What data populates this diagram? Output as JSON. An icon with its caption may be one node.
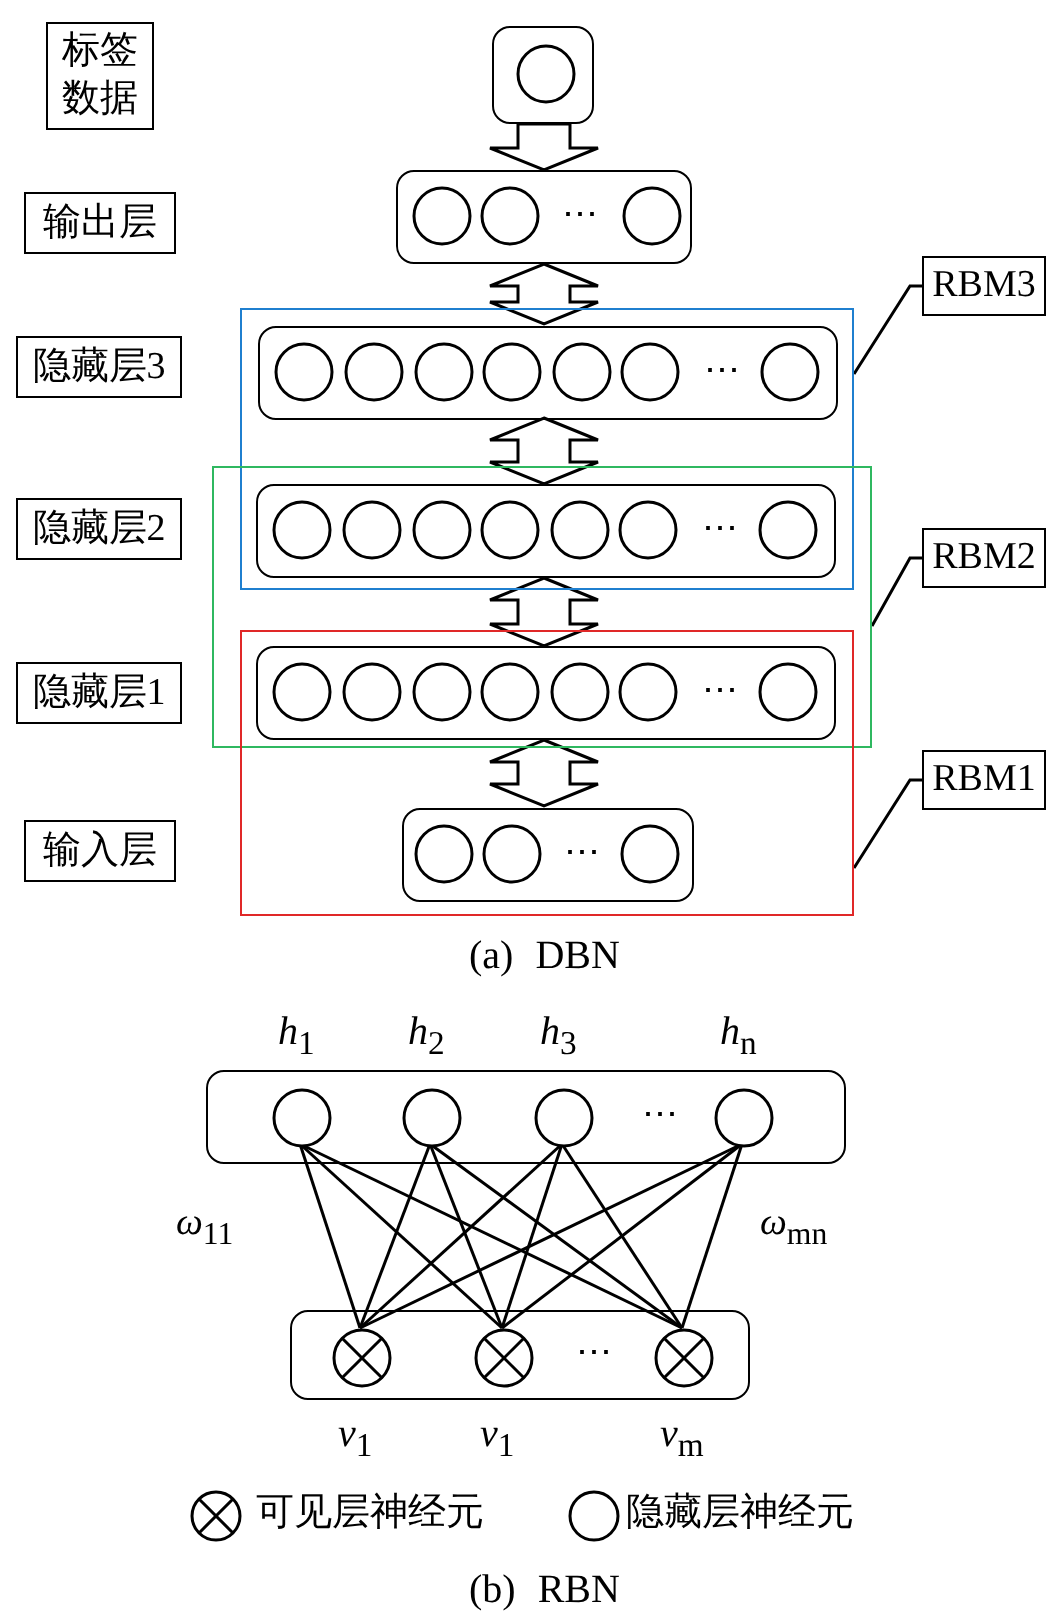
{
  "diagram": {
    "nodes": [
      {
        "text": [
          "标签数据"
        ]
      },
      {
        "text": [],
        "shape": "box"
      },
      {
        "text": [
          "输出层"
        ]
      },
      {
        "text": [
          "⋯"
        ]
      },
      {
        "text": [
          "RBM3"
        ]
      },
      {
        "text": [],
        "shape": "box"
      },
      {
        "text": [
          "隐藏层3"
        ]
      },
      {
        "text": [
          "⋯"
        ],
        "in": 5
      },
      {
        "text": [],
        "shape": "box"
      },
      {
        "text": [
          "RBM2"
        ]
      },
      {
        "text": [
          "隐藏层2"
        ]
      },
      {
        "text": [
          "⋯"
        ]
      },
      {
        "text": [],
        "shape": "box"
      },
      {
        "text": [
          "RBM1"
        ]
      },
      {
        "text": [
          "隐藏层1"
        ]
      },
      {
        "text": [
          "⋯"
        ]
      },
      {
        "text": [
          "输入层"
        ]
      },
      {
        "text": [
          "⋯"
        ],
        "in": 12
      },
      {
        "text": [
          "⋯"
        ]
      },
      {
        "text": [
          "*h*$_{1}$"
        ],
        "in": 18
      },
      {
        "text": [
          "*h*$_{2}$"
        ],
        "in": 18
      },
      {
        "text": [
          "*h*$_{3}$"
        ],
        "in": 18
      },
      {
        "text": [
          "*h*$_{n}$"
        ],
        "in": 18
      },
      {
        "text": [
          "⋯"
        ]
      },
      {
        "text": [
          "*v*$_{1}$"
        ],
        "in": 23
      },
      {
        "text": [
          "*v*$_{1}$"
        ],
        "in": 23
      },
      {
        "text": [
          "*v*$_{m}$"
        ],
        "in": 23
      }
    ],
    "edges": [
      {
        "from": 1,
        "to": 3,
        "arrow": "to"
      },
      {
        "from": 3,
        "to": 7,
        "arrow": "both"
      },
      {
        "from": 7,
        "to": 11,
        "arrow": "both"
      },
      {
        "from": 11,
        "to": 15,
        "arrow": "both"
      },
      {
        "from": 15,
        "to": 17,
        "arrow": "both"
      },
      {
        "from": 4,
        "to": 5,
        "arrow": "none"
      },
      {
        "from": 9,
        "to": 8,
        "arrow": "none"
      },
      {
        "from": 13,
        "to": 12,
        "arrow": "none"
      },
      {
        "from": 19,
        "to": 24,
        "arrow": "none"
      },
      {
        "from": 19,
        "to": 25,
        "arrow": "none"
      },
      {
        "from": 19,
        "to": 26,
        "arrow": "none"
      },
      {
        "from": 20,
        "to": 24,
        "arrow": "none"
      },
      {
        "from": 20,
        "to": 25,
        "arrow": "none"
      },
      {
        "from": 20,
        "to": 26,
        "arrow": "none"
      },
      {
        "from": 21,
        "to": 24,
        "arrow": "none"
      },
      {
        "from": 21,
        "to": 25,
        "arrow": "none"
      },
      {
        "from": 21,
        "to": 26,
        "arrow": "none"
      },
      {
        "from": 22,
        "to": 24,
        "arrow": "none"
      },
      {
        "from": 22,
        "to": 25,
        "arrow": "none"
      },
      {
        "from": 22,
        "to": 26,
        "arrow": "none"
      }
    ],
    "labels": [
      "(a) DBN",
      "*ω*$_{11}$",
      "*ω*$_{mn}$",
      "(b) RBN"
    ],
    "legend": [
      {
        "text": "可见层神经元"
      },
      {
        "text": "隐藏层神经元"
      }
    ]
  }
}
